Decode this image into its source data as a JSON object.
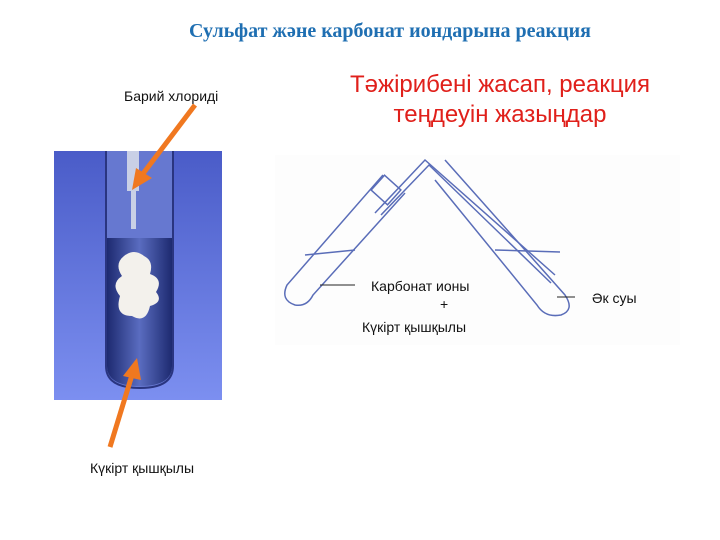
{
  "slide": {
    "title": "Сульфат және карбонат иондарына реакция",
    "task": "Тәжірибені жасап, реакция теңдеуін жазыңдар",
    "photo": {
      "label_top": "Барий хлориді",
      "label_bottom": "Күкірт қышқылы"
    },
    "diagram": {
      "label_left_line1": "Карбонат ионы",
      "label_plus": "+",
      "label_left_line2": "Күкірт қышқылы",
      "label_right": "Әк суы"
    },
    "colors": {
      "title": "#1f6fb2",
      "task": "#e0201b",
      "arrow": "#f07820",
      "photo_bg": "#5b6fd8"
    }
  }
}
